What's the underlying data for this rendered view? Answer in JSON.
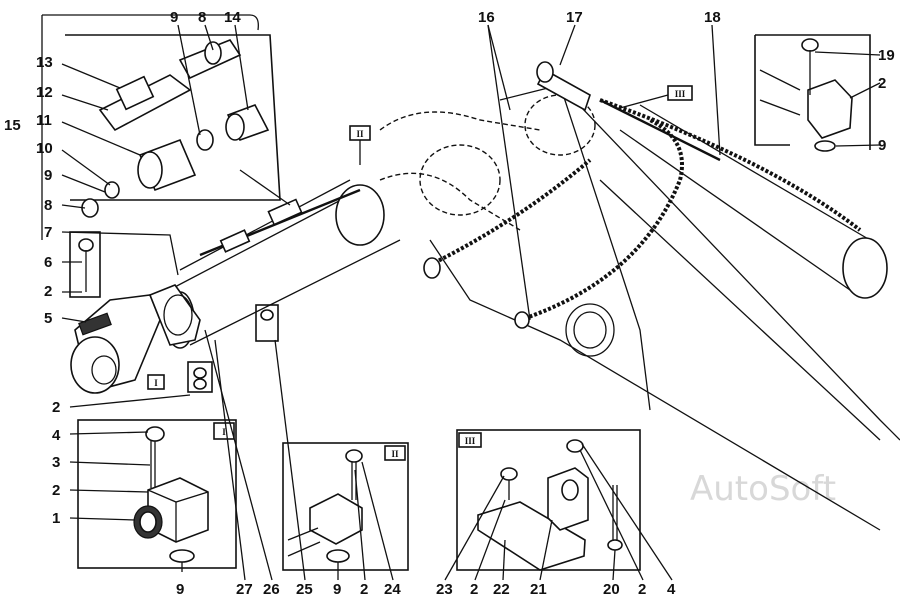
{
  "diagram": {
    "callouts": {
      "n1": "1",
      "n2": "2",
      "n3": "3",
      "n4": "4",
      "n5": "5",
      "n6": "6",
      "n7": "7",
      "n8": "8",
      "n9": "9",
      "n10": "10",
      "n11": "11",
      "n12": "12",
      "n13": "13",
      "n14": "14",
      "n15": "15",
      "n16": "16",
      "n17": "17",
      "n18": "18",
      "n19": "19",
      "n20": "20",
      "n21": "21",
      "n22": "22",
      "n23": "23",
      "n24": "24",
      "n25": "25",
      "n26": "26",
      "n27": "27"
    },
    "views": {
      "v1": "I",
      "v2": "II",
      "v3": "III"
    },
    "watermark": "AutoSoft"
  }
}
